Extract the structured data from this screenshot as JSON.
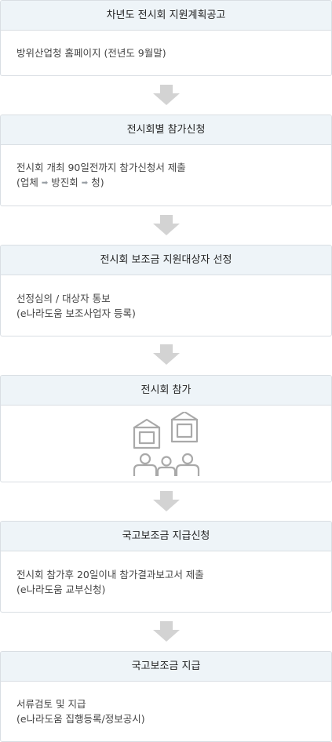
{
  "steps": [
    {
      "title": "차년도 전시회 지원계획공고",
      "lines": [
        "방위산업청 홈페이지 (전년도 9월말)"
      ]
    },
    {
      "title": "전시회별 참가신청",
      "lines": [
        "전시회 개최 90일전까지 참가신청서 제출"
      ],
      "flow": {
        "open": "(업체",
        "a": "방진회",
        "b": "청)"
      }
    },
    {
      "title": "전시회 보조금 지원대상자 선정",
      "lines": [
        "선정심의 / 대상자 통보",
        "(e나라도움 보조사업자 등록)"
      ]
    },
    {
      "title": "전시회 참가",
      "illustration": "exhibition-illustration"
    },
    {
      "title": "국고보조금 지급신청",
      "lines": [
        "전시회 참가후 20일이내 참가결과보고서 제출",
        "(e나라도움 교부신청)"
      ]
    },
    {
      "title": "국고보조금 지급",
      "lines": [
        "서류검토 및 지급",
        "(e나라도움 집행등록/정보공시)"
      ]
    }
  ],
  "colors": {
    "header_bg": "#eef4f8",
    "border": "#d9dee3",
    "arrow": "#d3d3d3",
    "illustration": "#a9a9a9"
  }
}
